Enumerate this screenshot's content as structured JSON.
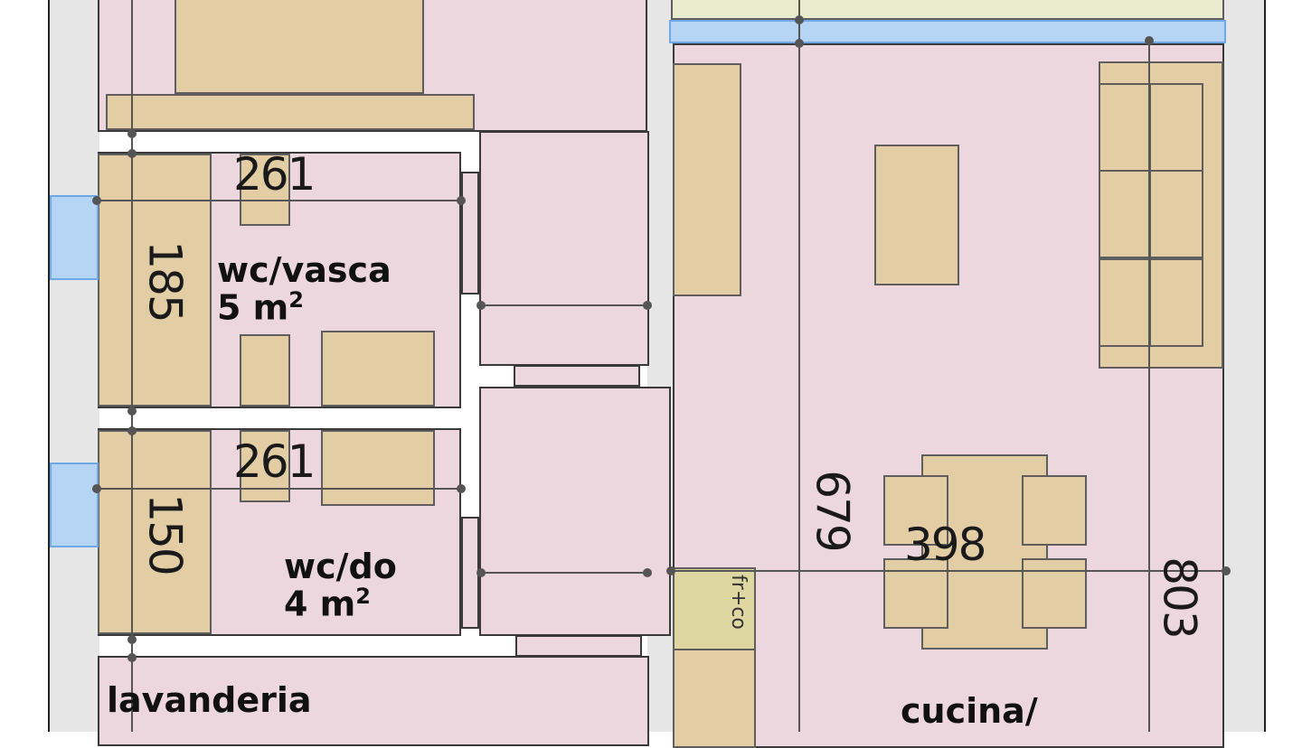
{
  "rooms": {
    "bath_tub": {
      "name": "wc/vasca",
      "area": "5 m",
      "sup": "2"
    },
    "bath_shower": {
      "name": "wc/do",
      "area": "4 m",
      "sup": "2"
    },
    "laundry": {
      "name": "lavanderia"
    },
    "kitchen": {
      "name": "cucina/"
    }
  },
  "dimensions": {
    "bath_tub_width": "261",
    "bath_tub_depth": "185",
    "bath_shower_width": "261",
    "bath_shower_depth": "150",
    "living_height": "679",
    "living_width": "398",
    "living_total": "803"
  },
  "appliance_label": "fr+co",
  "colors": {
    "room": "#ecd7df",
    "furniture": "#e2cda5",
    "window": "#b6d4f4",
    "wall": "#e6e6e6"
  }
}
